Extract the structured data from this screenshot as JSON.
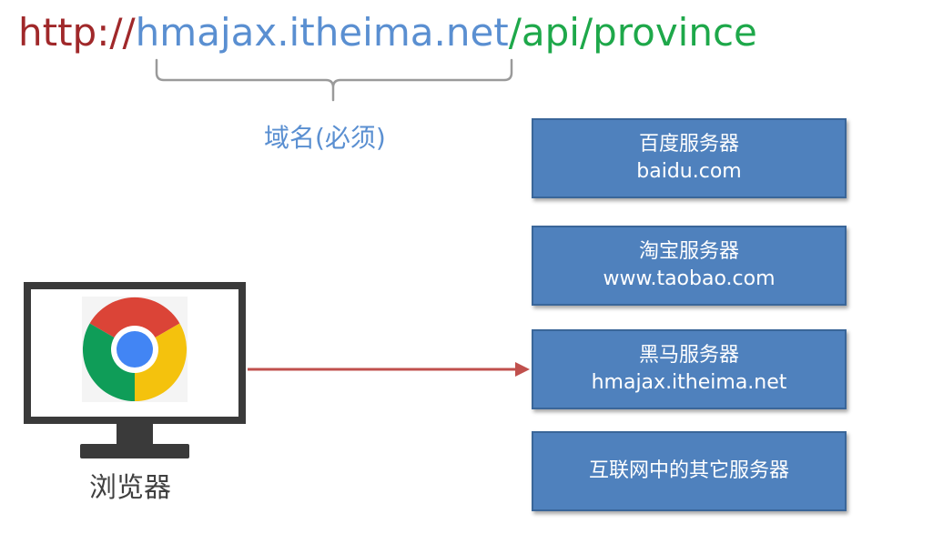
{
  "url": {
    "protocol": "http://",
    "domain": "hmajax.itheima.net",
    "path": "/api/province",
    "colors": {
      "protocol": "#a0282a",
      "domain": "#5a8fd1",
      "path": "#1ea84a"
    }
  },
  "domain_label": "域名(必须)",
  "servers": [
    {
      "name": "百度服务器",
      "host": "baidu.com"
    },
    {
      "name": "淘宝服务器",
      "host": "www.taobao.com"
    },
    {
      "name": "黑马服务器",
      "host": "hmajax.itheima.net"
    },
    {
      "name": "互联网中的其它服务器",
      "host": ""
    }
  ],
  "browser": {
    "label": "浏览器",
    "icon": "chrome-logo-icon"
  },
  "colors": {
    "server_fill": "#4f81bd",
    "arrow": "#c0504d",
    "monitor": "#3a3a3a"
  }
}
